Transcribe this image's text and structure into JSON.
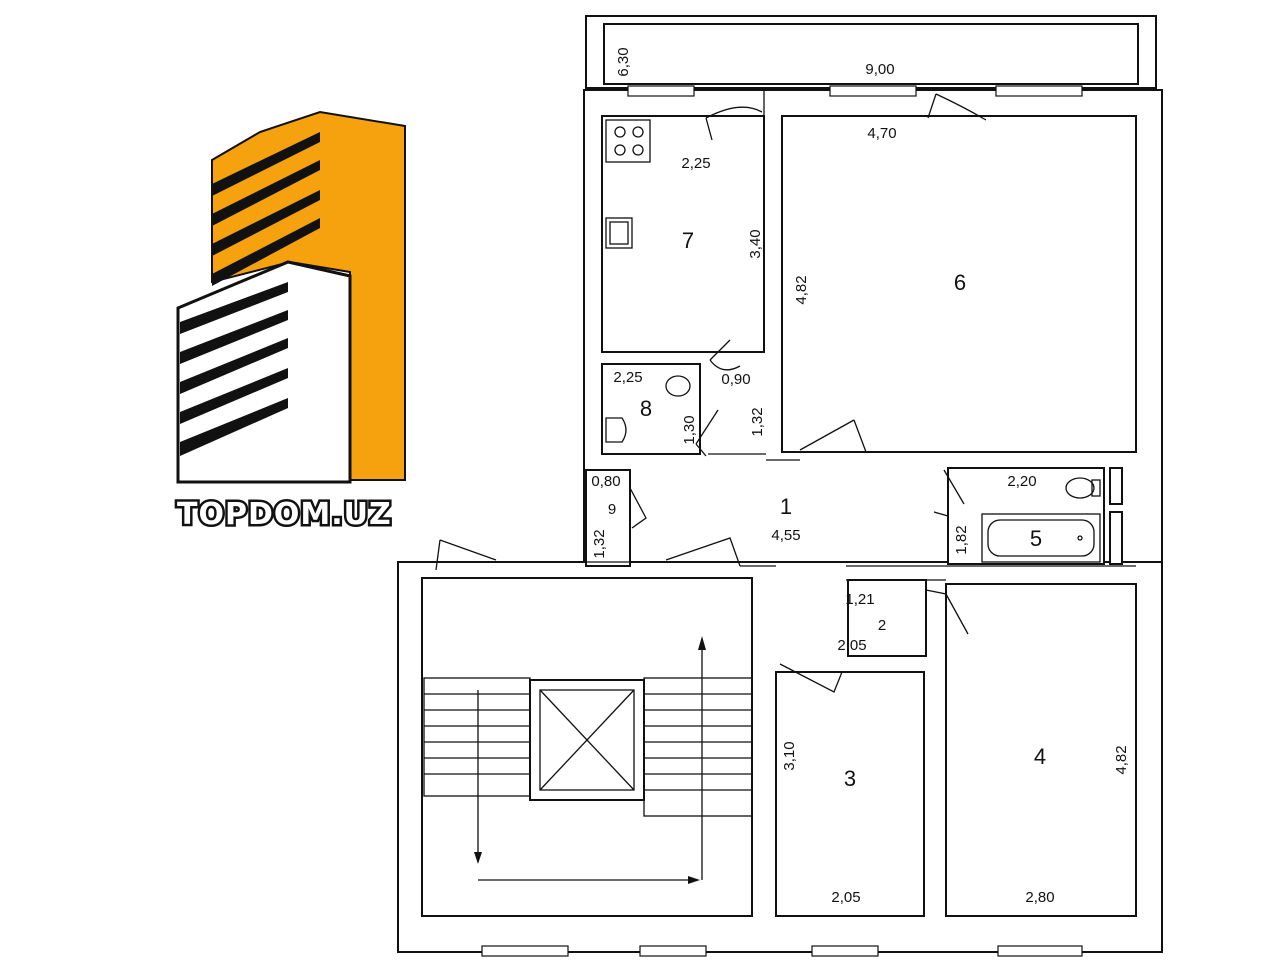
{
  "logo": {
    "text": "TOPDOM.UZ",
    "accent_color": "#F6A10E",
    "dark_color": "#111111"
  },
  "rooms": [
    {
      "id": "1",
      "number": "1",
      "dims": [
        "4,55"
      ]
    },
    {
      "id": "2",
      "number": "2",
      "dims": [
        "1,21",
        "2,05"
      ]
    },
    {
      "id": "3",
      "number": "3",
      "dims": [
        "3,10",
        "2,05"
      ]
    },
    {
      "id": "4",
      "number": "4",
      "dims": [
        "4,82",
        "2,80"
      ]
    },
    {
      "id": "5",
      "number": "5",
      "dims": [
        "2,20",
        "1,82"
      ]
    },
    {
      "id": "6",
      "number": "6",
      "dims": [
        "4,70",
        "4,82"
      ]
    },
    {
      "id": "7",
      "number": "7",
      "dims": [
        "2,25",
        "3,40"
      ]
    },
    {
      "id": "8",
      "number": "8",
      "dims": [
        "2,25",
        "1,30"
      ]
    },
    {
      "id": "9",
      "number": "9",
      "dims": [
        "0,80",
        "1,32"
      ]
    }
  ],
  "balcony": {
    "dims": [
      "6,30",
      "9,00"
    ]
  },
  "corridor_dims": [
    "0,90",
    "1,32"
  ],
  "icons": [
    "stove-icon",
    "kitchen-sink-icon",
    "toilet-icon",
    "washbasin-icon",
    "bathtub-icon",
    "elevator-icon",
    "stairs-arrow-icon"
  ]
}
